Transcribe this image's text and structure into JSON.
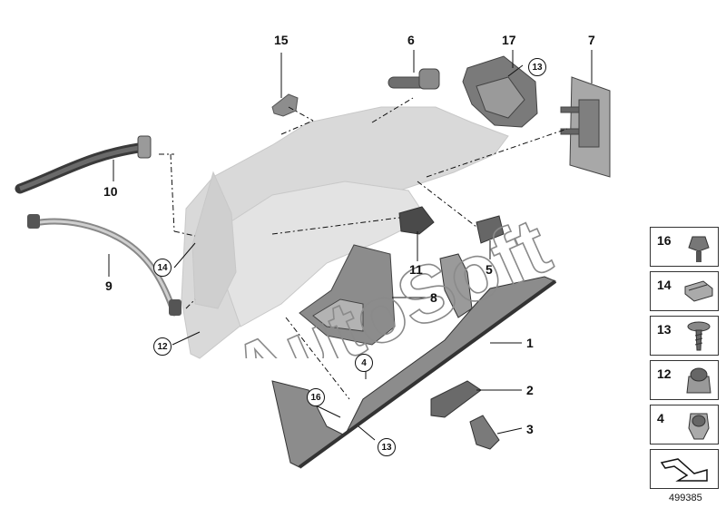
{
  "callouts": {
    "c1": "1",
    "c2": "2",
    "c3": "3",
    "c5": "5",
    "c6": "6",
    "c7": "7",
    "c8": "8",
    "c9": "9",
    "c10": "10",
    "c11": "11",
    "c15": "15",
    "c17": "17"
  },
  "circled": {
    "c4": "4",
    "c12": "12",
    "c13a": "13",
    "c13b": "13",
    "c14": "14",
    "c16": "16"
  },
  "legend": {
    "items": [
      "16",
      "14",
      "13",
      "12",
      "4"
    ]
  },
  "diagram_id": "499385",
  "watermark": "AutoSoft"
}
